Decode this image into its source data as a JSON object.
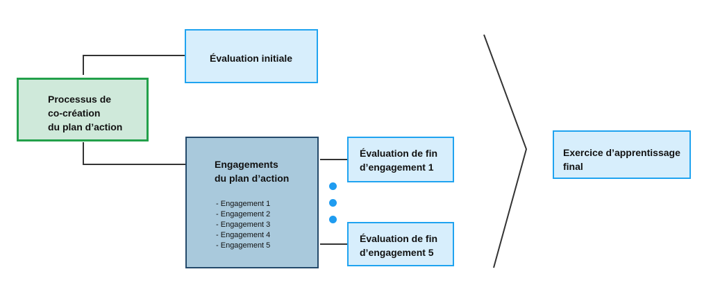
{
  "process_box": {
    "lines": [
      "Processus de",
      "co-création",
      "du plan d’action"
    ]
  },
  "initial_eval": {
    "label": "Évaluation initiale"
  },
  "commitments_box": {
    "title_lines": [
      "Engagements",
      "du plan d’action"
    ],
    "items": [
      "Engagement 1",
      "Engagement 2",
      "Engagement 3",
      "Engagement 4",
      "Engagement 5"
    ]
  },
  "end_eval_1": {
    "lines": [
      "Évaluation de fin",
      "d’engagement 1"
    ]
  },
  "end_eval_5": {
    "lines": [
      "Évaluation de fin",
      "d’engagement 5"
    ]
  },
  "final_exercise": {
    "lines": [
      "Exercice d’apprentissage",
      "final"
    ]
  },
  "colors": {
    "blue_border": "#1fa3f0",
    "blue_fill": "#d7eefc",
    "green_border": "#22a04a",
    "green_fill": "#cfe9da",
    "dark_border": "#23496a",
    "dark_fill": "#a9c9dc",
    "connector": "#333333",
    "dots": "#1f9cf0"
  }
}
